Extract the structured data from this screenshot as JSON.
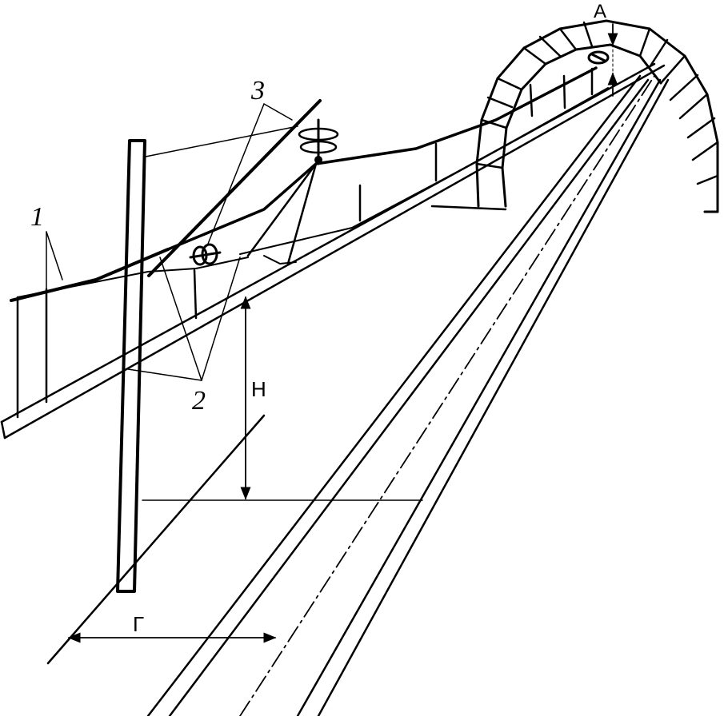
{
  "labels": {
    "callout_1": "1",
    "callout_2": "2",
    "callout_3": "3",
    "dim_A": "А",
    "dim_H": "Н",
    "dim_G": "Г"
  },
  "colors": {
    "ink": "#000000",
    "paper": "#ffffff"
  }
}
